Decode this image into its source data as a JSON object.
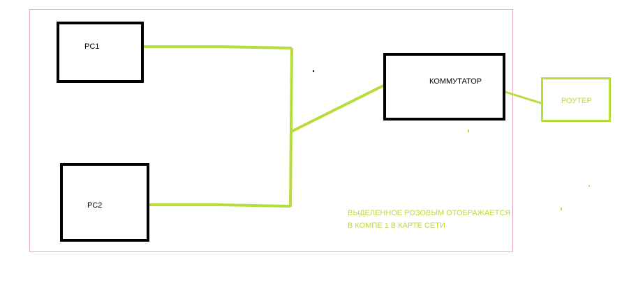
{
  "diagram": {
    "pc1_label": "PC1",
    "pc2_label": "PC2",
    "switch_label": "КОММУТАТОР",
    "router_label": "РОУТЕР",
    "note_text": "ВЫДЕЛЕННОЕ РОЗОВЫМ ОТОБРАЖАЕТСЯ В КОМПЕ 1 В КАРТЕ СЕТИ"
  },
  "colors": {
    "wire": "#b7dd3a",
    "frame": "#e8a9c8",
    "box_border": "#000000",
    "router_border": "#b7dd3a",
    "note_text": "#b7dd3a"
  }
}
